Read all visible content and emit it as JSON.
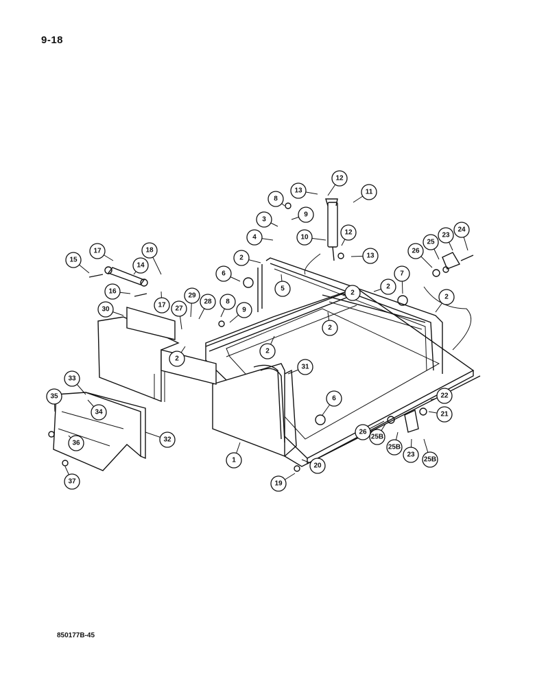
{
  "page_number": "9-18",
  "drawing_code": "850177B-45",
  "callouts": [
    "1",
    "2",
    "2",
    "2",
    "2",
    "2",
    "2",
    "2",
    "3",
    "4",
    "5",
    "6",
    "6",
    "7",
    "8",
    "8",
    "9",
    "9",
    "10",
    "11",
    "12",
    "12",
    "13",
    "13",
    "14",
    "15",
    "16",
    "17",
    "17",
    "18",
    "19",
    "20",
    "21",
    "22",
    "23",
    "23",
    "24",
    "25",
    "25B",
    "25B",
    "25B",
    "26",
    "26",
    "27",
    "28",
    "29",
    "30",
    "31",
    "32",
    "33",
    "34",
    "35",
    "36",
    "37"
  ]
}
